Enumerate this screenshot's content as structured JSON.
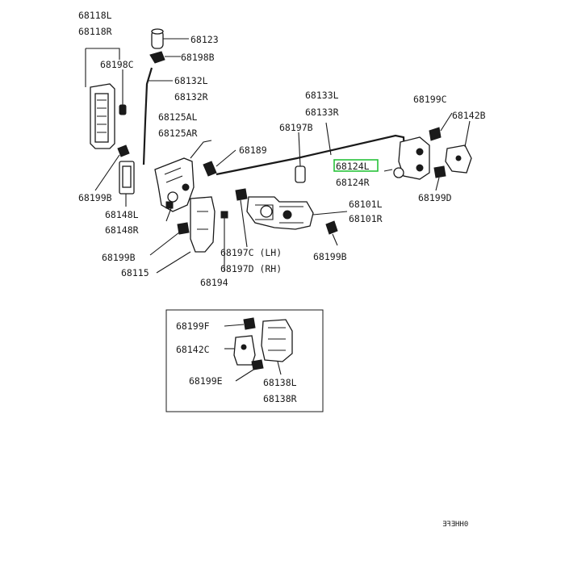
{
  "labels": {
    "l68118L": "68118L",
    "l68118R": "68118R",
    "l68198C": "68198C",
    "l68123": "68123",
    "l68198B": "68198B",
    "l68132L": "68132L",
    "l68132R": "68132R",
    "l68125AL": "68125AL",
    "l68125AR": "68125AR",
    "l68189": "68189",
    "l68133L": "68133L",
    "l68133R": "68133R",
    "l68197B": "68197B",
    "l68199C": "68199C",
    "l68142B": "68142B",
    "l68124L": "68124L",
    "l68124R": "68124R",
    "l68199D": "68199D",
    "l68101L": "68101L",
    "l68101R": "68101R",
    "l68199B_a": "68199B",
    "l68148L": "68148L",
    "l68148R": "68148R",
    "l68199B_b": "68199B",
    "l68197C": "68197C (LH)",
    "l68197D": "68197D (RH)",
    "l68199B_c": "68199B",
    "l68115": "68115",
    "l68194": "68194",
    "l68199F": "68199F",
    "l68142C": "68142C",
    "l68199E": "68199E",
    "l68138L": "68138L",
    "l68138R": "68138R",
    "code": "ƎꟻƎHH0"
  },
  "highlight": {
    "part": "68124L",
    "color": "#27c23a"
  }
}
